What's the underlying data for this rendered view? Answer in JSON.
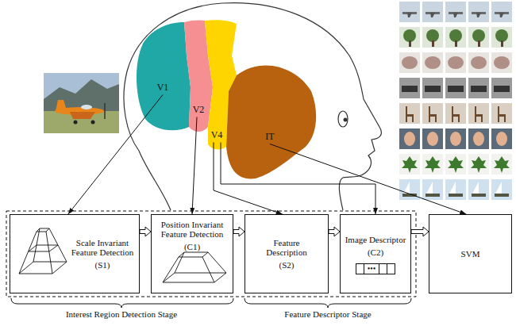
{
  "diagram": {
    "nodes": [
      {
        "text": [
          "V1"
        ]
      },
      {
        "text": [
          "V2"
        ]
      },
      {
        "text": [
          "V4"
        ]
      },
      {
        "text": [
          "IT"
        ]
      },
      {
        "text": [
          "Scale Invariant Feature Detection",
          "(S1)"
        ]
      },
      {
        "text": [
          "Position Invariant Feature Detection",
          "(C1)"
        ]
      },
      {
        "text": [
          "Feature Description",
          "(S2)"
        ]
      },
      {
        "text": [
          "Image Descriptor",
          "(C2)",
          "•••"
        ]
      },
      {
        "text": [
          "SVM"
        ]
      }
    ],
    "edges": [
      {
        "from": 0,
        "to": 4,
        "arrow": "to"
      },
      {
        "from": 1,
        "to": 5,
        "arrow": "to"
      },
      {
        "from": 2,
        "to": 6,
        "arrow": "to"
      },
      {
        "from": 2,
        "to": 7,
        "arrow": "to"
      },
      {
        "from": 3,
        "to": 8,
        "arrow": "to"
      },
      {
        "from": 4,
        "to": 5,
        "arrow": "to"
      },
      {
        "from": 5,
        "to": 6,
        "arrow": "to"
      },
      {
        "from": 6,
        "to": 7,
        "arrow": "to"
      },
      {
        "from": 7,
        "to": 8,
        "arrow": "to"
      }
    ],
    "labels": [
      "Interest Region Detection Stage",
      "Feature Descriptor Stage"
    ]
  }
}
